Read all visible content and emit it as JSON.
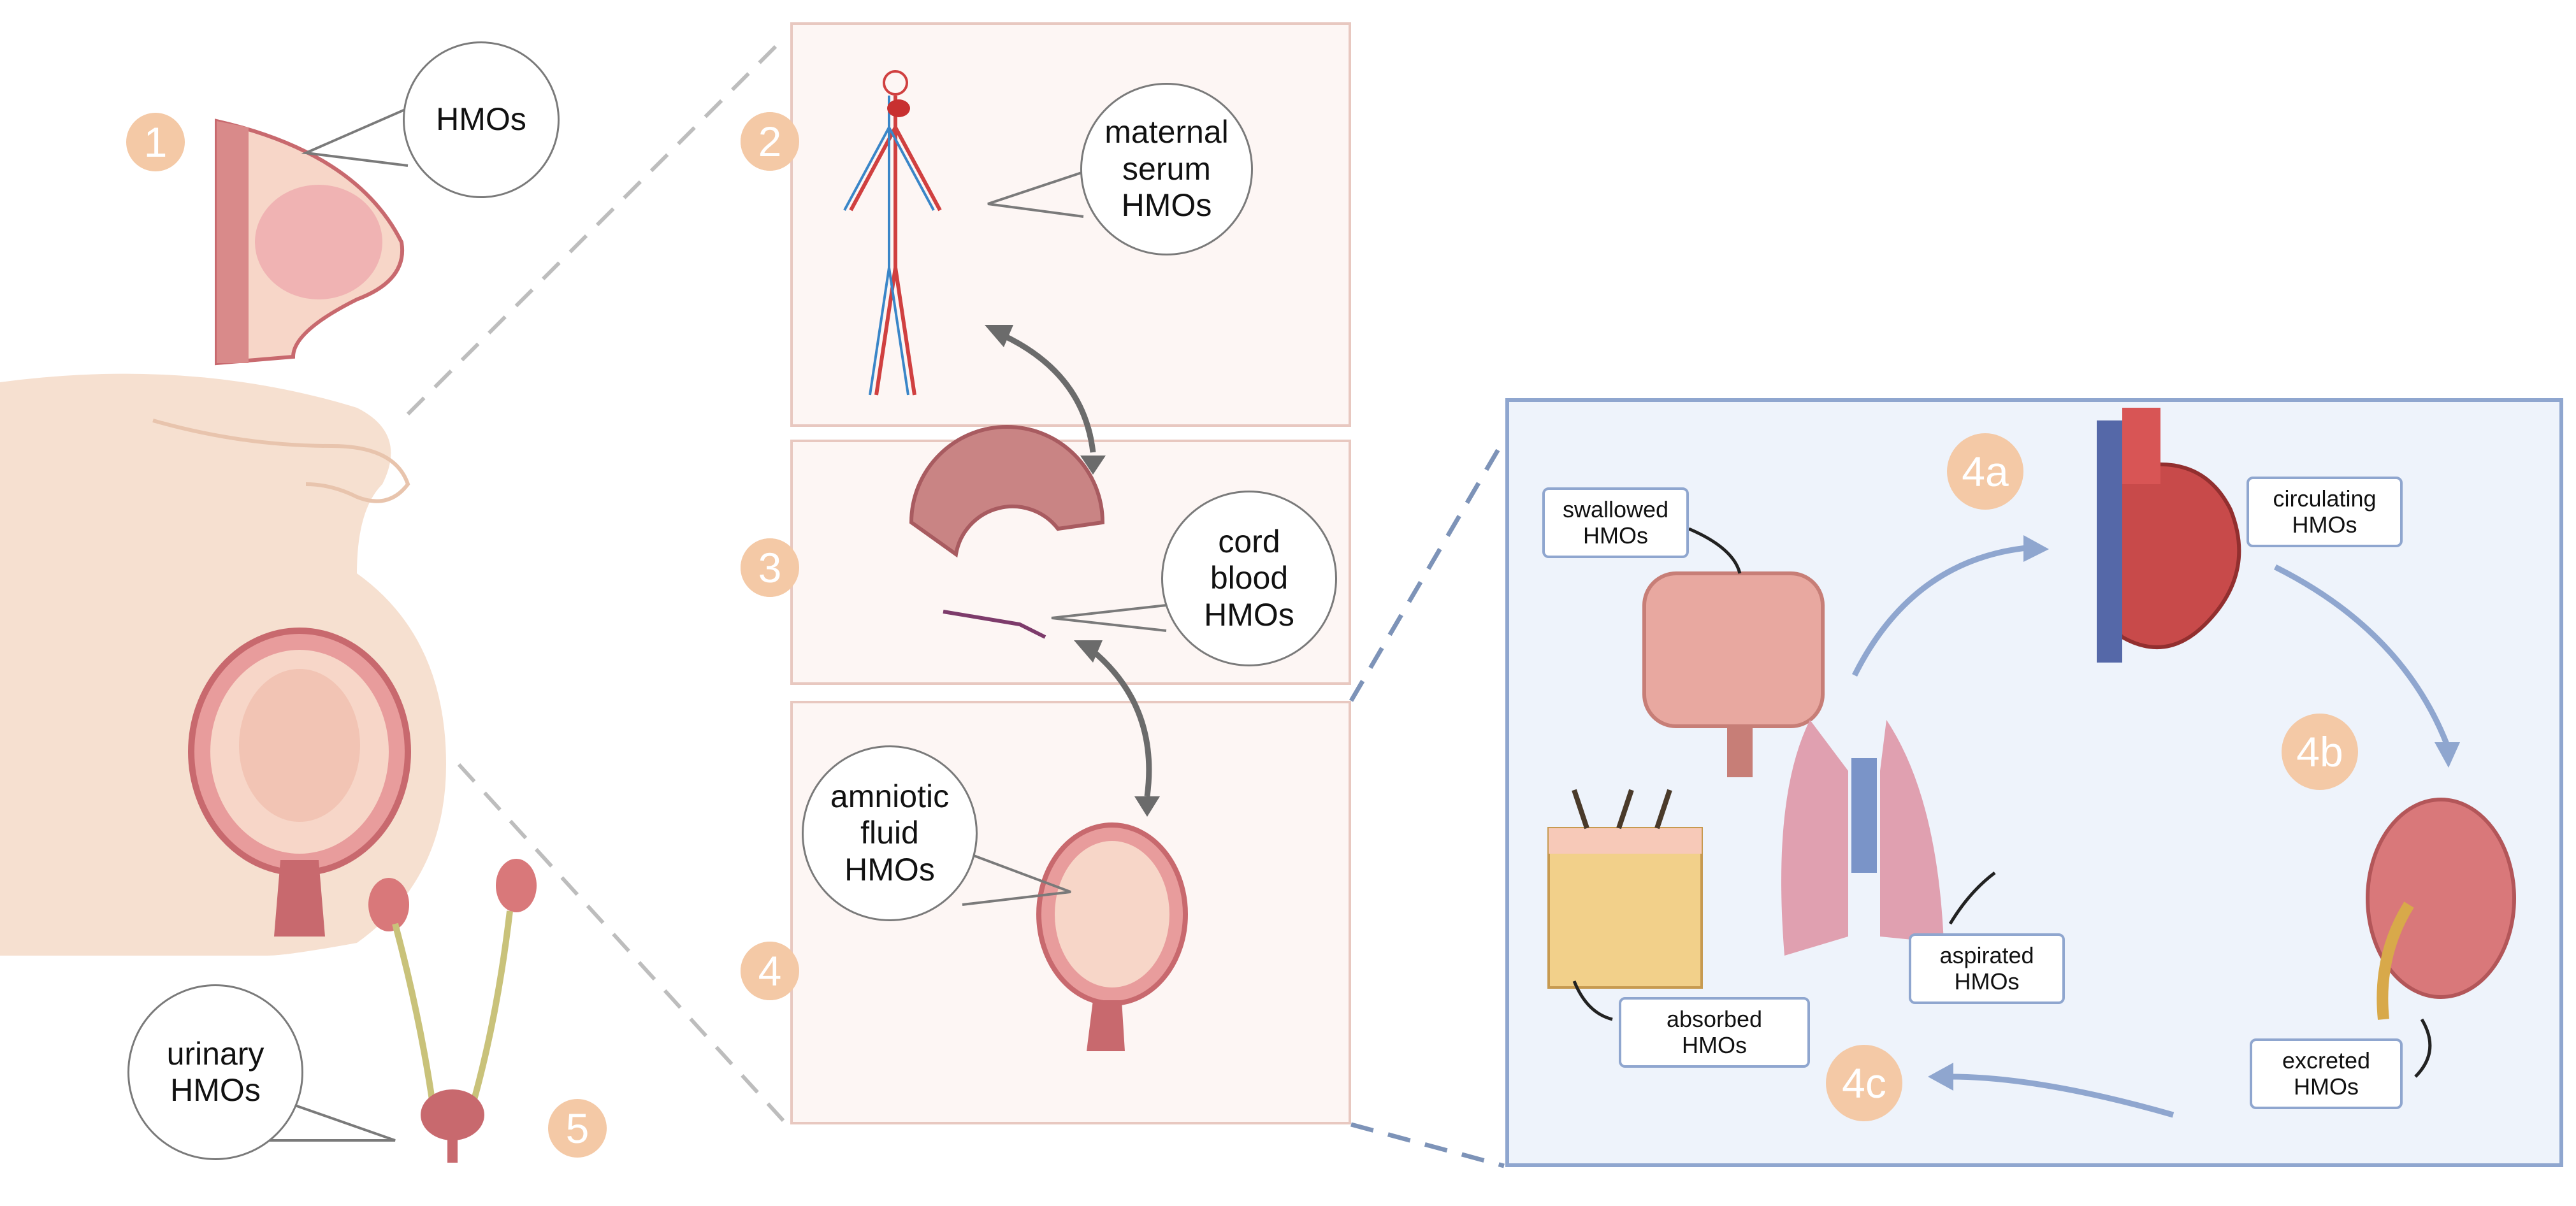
{
  "steps": {
    "s1": "1",
    "s2": "2",
    "s3": "3",
    "s4": "4",
    "s4a": "4a",
    "s4b": "4b",
    "s4c": "4c",
    "s5": "5"
  },
  "bubbles": {
    "breast": "HMOs",
    "serum": "maternal\nserum\nHMOs",
    "cord": "cord\nblood\nHMOs",
    "amniotic": "amniotic\nfluid\nHMOs",
    "urinary": "urinary\nHMOs"
  },
  "fetal_labels": {
    "swallowed": "swallowed\nHMOs",
    "circulating": "circulating\nHMOs",
    "excreted": "excreted\nHMOs",
    "aspirated": "aspirated\nHMOs",
    "absorbed": "absorbed\nHMOs"
  },
  "colors": {
    "step_circle": "#f4c9a6",
    "panel_fill": "#fdf6f4",
    "panel_border": "#e8c8c0",
    "fetal_panel_fill": "#eef3fb",
    "fetal_panel_border": "#8fa6cf",
    "arrow_gray": "#6b6b6b",
    "arrow_blue": "#8fa6cf"
  }
}
